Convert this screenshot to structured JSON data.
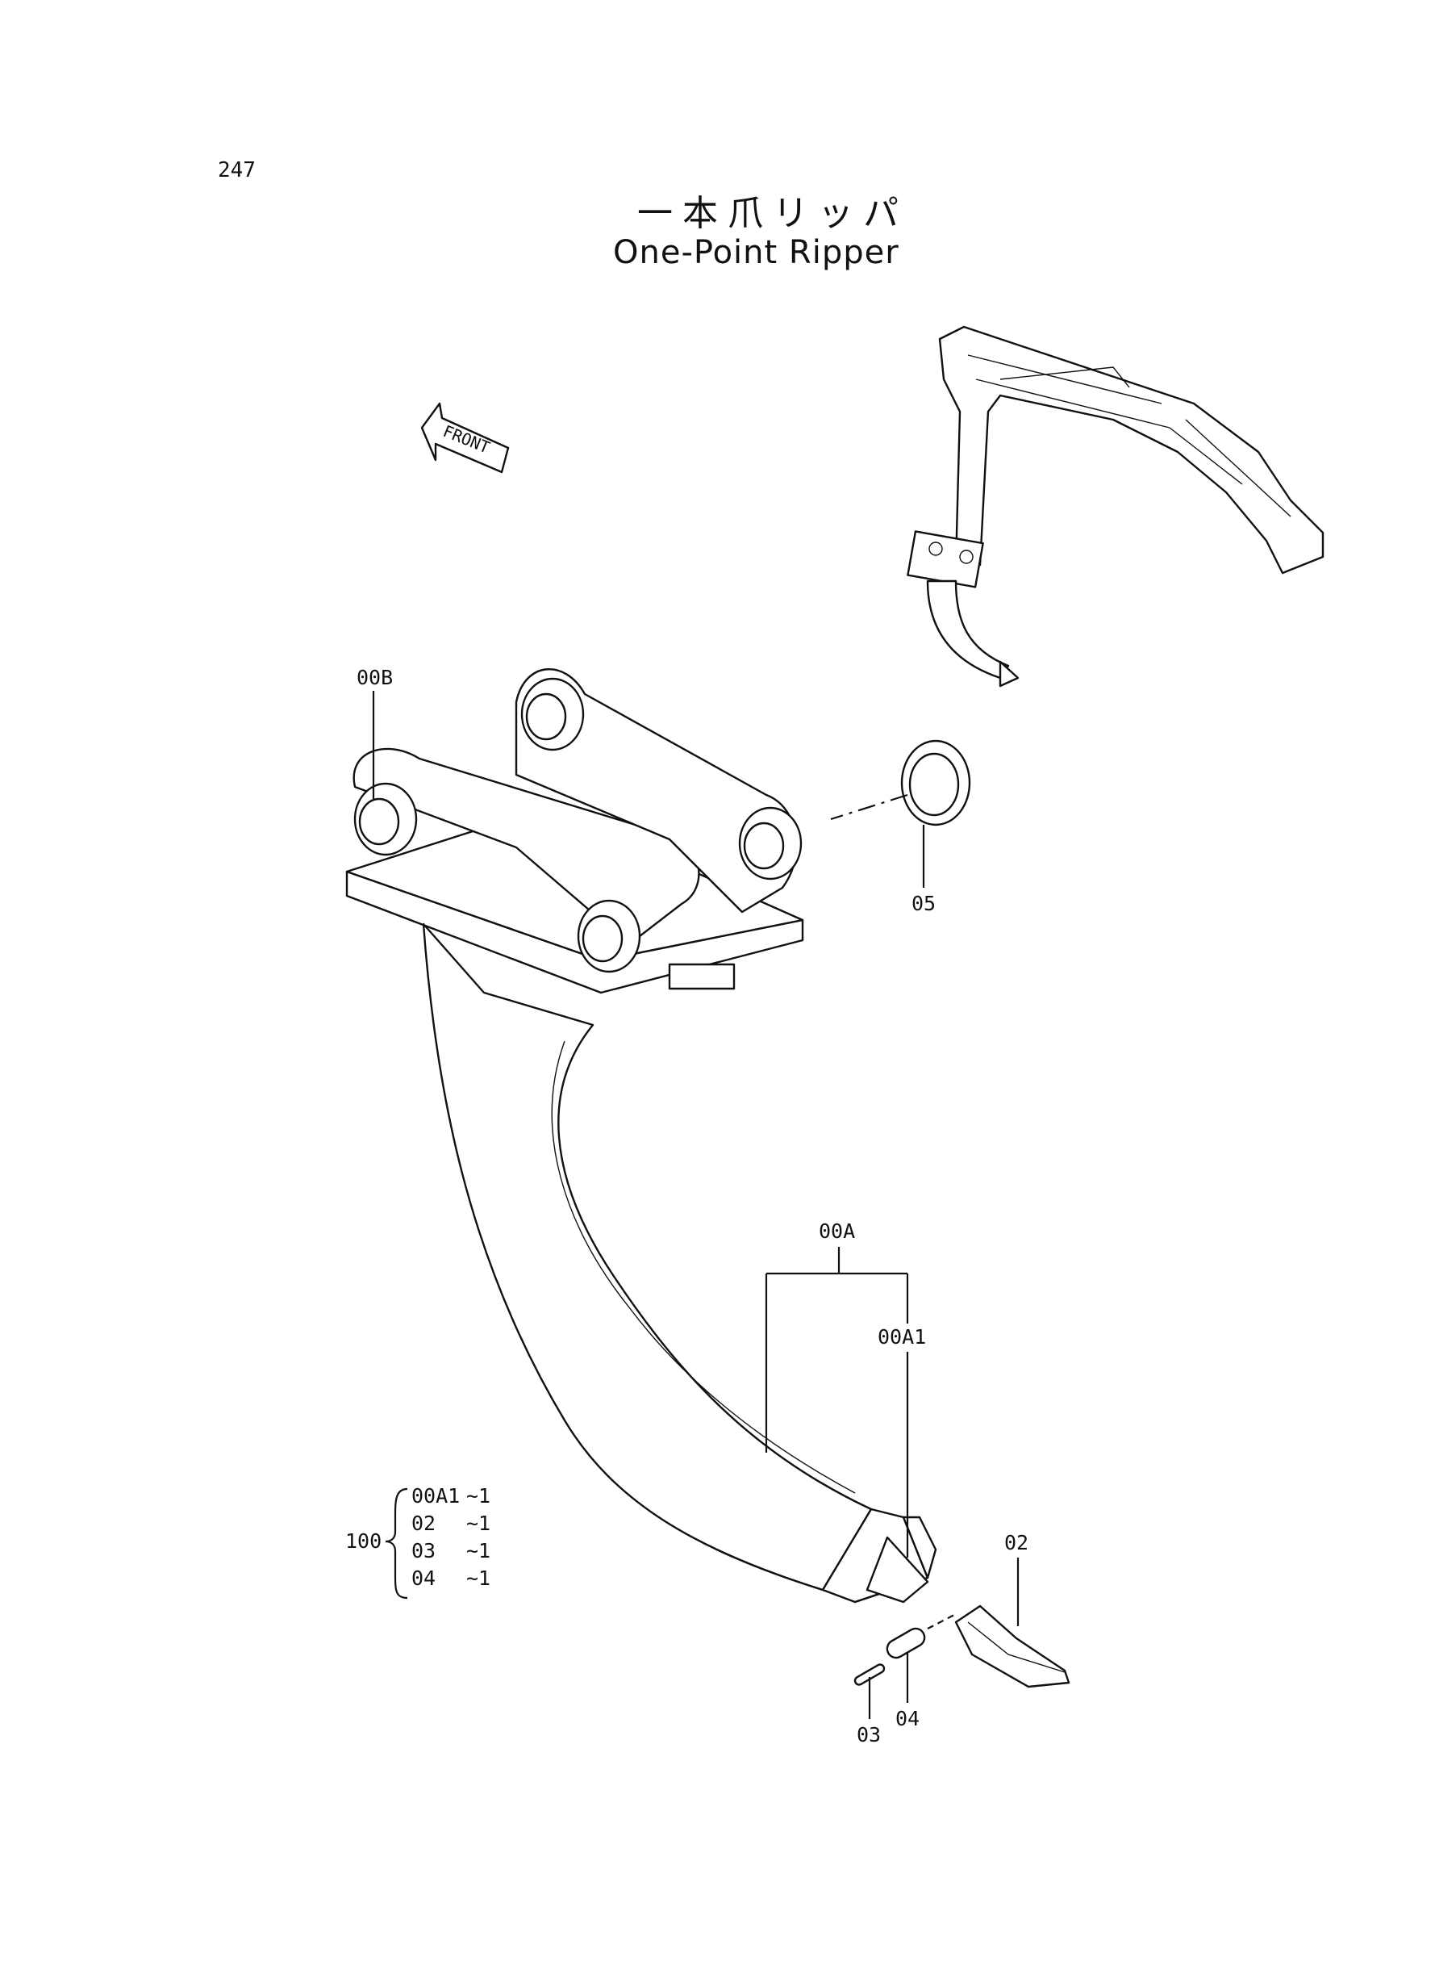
{
  "page_number": "247",
  "title_jp": "一本爪リッパ",
  "title_en": "One-Point Ripper",
  "front_arrow": "FRONT",
  "callouts": {
    "c00b": "00B",
    "c05": "05",
    "c00a": "00A",
    "c00a1": "00A1",
    "c02": "02",
    "c03": "03",
    "c04": "04"
  },
  "kit": {
    "number": "100",
    "rows": [
      {
        "part": "00A1",
        "qty": "~1"
      },
      {
        "part": "02",
        "qty": "~1"
      },
      {
        "part": "03",
        "qty": "~1"
      },
      {
        "part": "04",
        "qty": "~1"
      }
    ]
  }
}
